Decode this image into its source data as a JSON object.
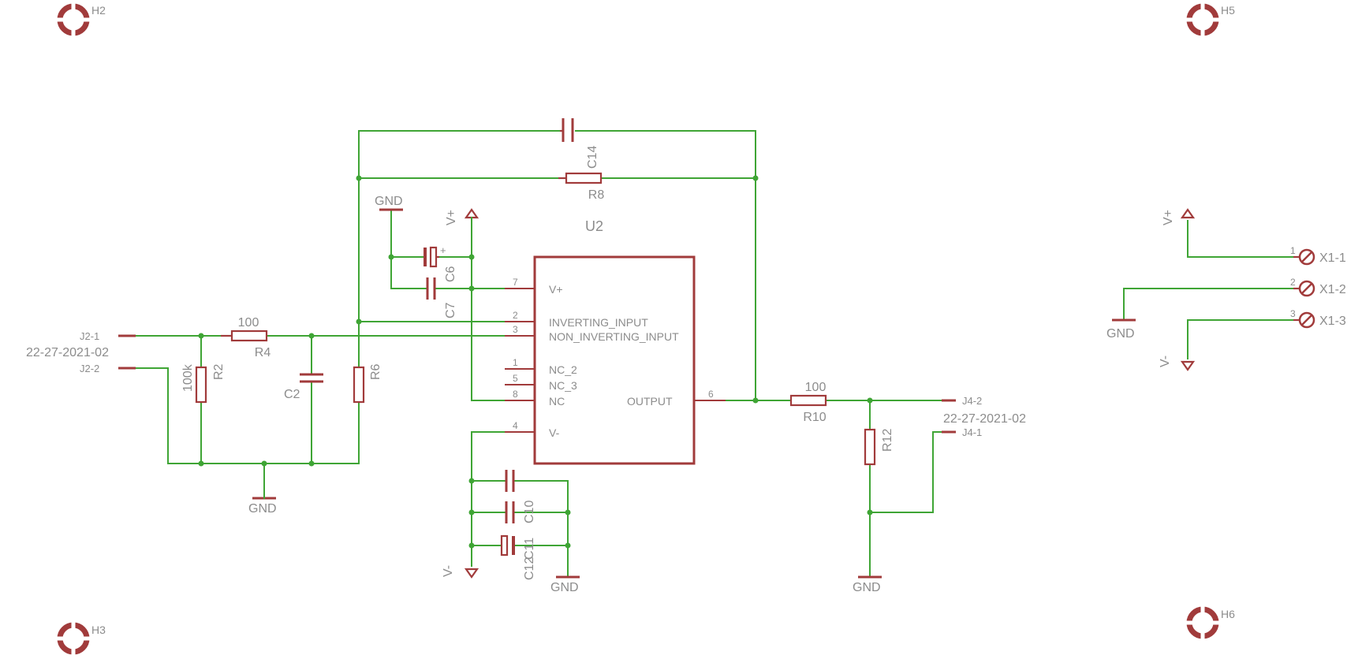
{
  "colors": {
    "wire": "#3fa535",
    "symbol": "#a13b3b",
    "text": "#8c8c8c",
    "background": "#ffffff"
  },
  "mounting_holes": [
    "H2",
    "H5",
    "H3",
    "H6"
  ],
  "opamp": {
    "name": "U2",
    "pins": [
      {
        "num": "7",
        "label": "V+"
      },
      {
        "num": "2",
        "label": "INVERTING_INPUT"
      },
      {
        "num": "3",
        "label": "NON_INVERTING_INPUT"
      },
      {
        "num": "1",
        "label": "NC_2"
      },
      {
        "num": "5",
        "label": "NC_3"
      },
      {
        "num": "8",
        "label": "NC"
      },
      {
        "num": "4",
        "label": "V-"
      },
      {
        "num": "6",
        "label": "OUTPUT"
      }
    ]
  },
  "components": {
    "r4": {
      "name": "R4",
      "value": "100"
    },
    "r2": {
      "name": "R2",
      "value": "100k"
    },
    "c2": {
      "name": "C2"
    },
    "r6": {
      "name": "R6"
    },
    "c14": {
      "name": "C14"
    },
    "r8": {
      "name": "R8"
    },
    "c6": {
      "name": "C6",
      "polarity": "+"
    },
    "c7": {
      "name": "C7"
    },
    "c10": {
      "name": "C10"
    },
    "c11": {
      "name": "C11"
    },
    "c12": {
      "name": "C12"
    },
    "r10": {
      "name": "R10",
      "value": "100"
    },
    "r12": {
      "name": "R12"
    }
  },
  "connectors": {
    "j2": {
      "pin1": "J2-1",
      "pin2": "J2-2",
      "part": "22-27-2021-02"
    },
    "j4": {
      "pin2": "J4-2",
      "pin1": "J4-1",
      "part": "22-27-2021-02"
    },
    "x1": [
      {
        "num": "1",
        "label": "X1-1"
      },
      {
        "num": "2",
        "label": "X1-2"
      },
      {
        "num": "3",
        "label": "X1-3"
      }
    ]
  },
  "power": {
    "gnd": "GND",
    "vplus": "V+",
    "vminus": "V-"
  }
}
